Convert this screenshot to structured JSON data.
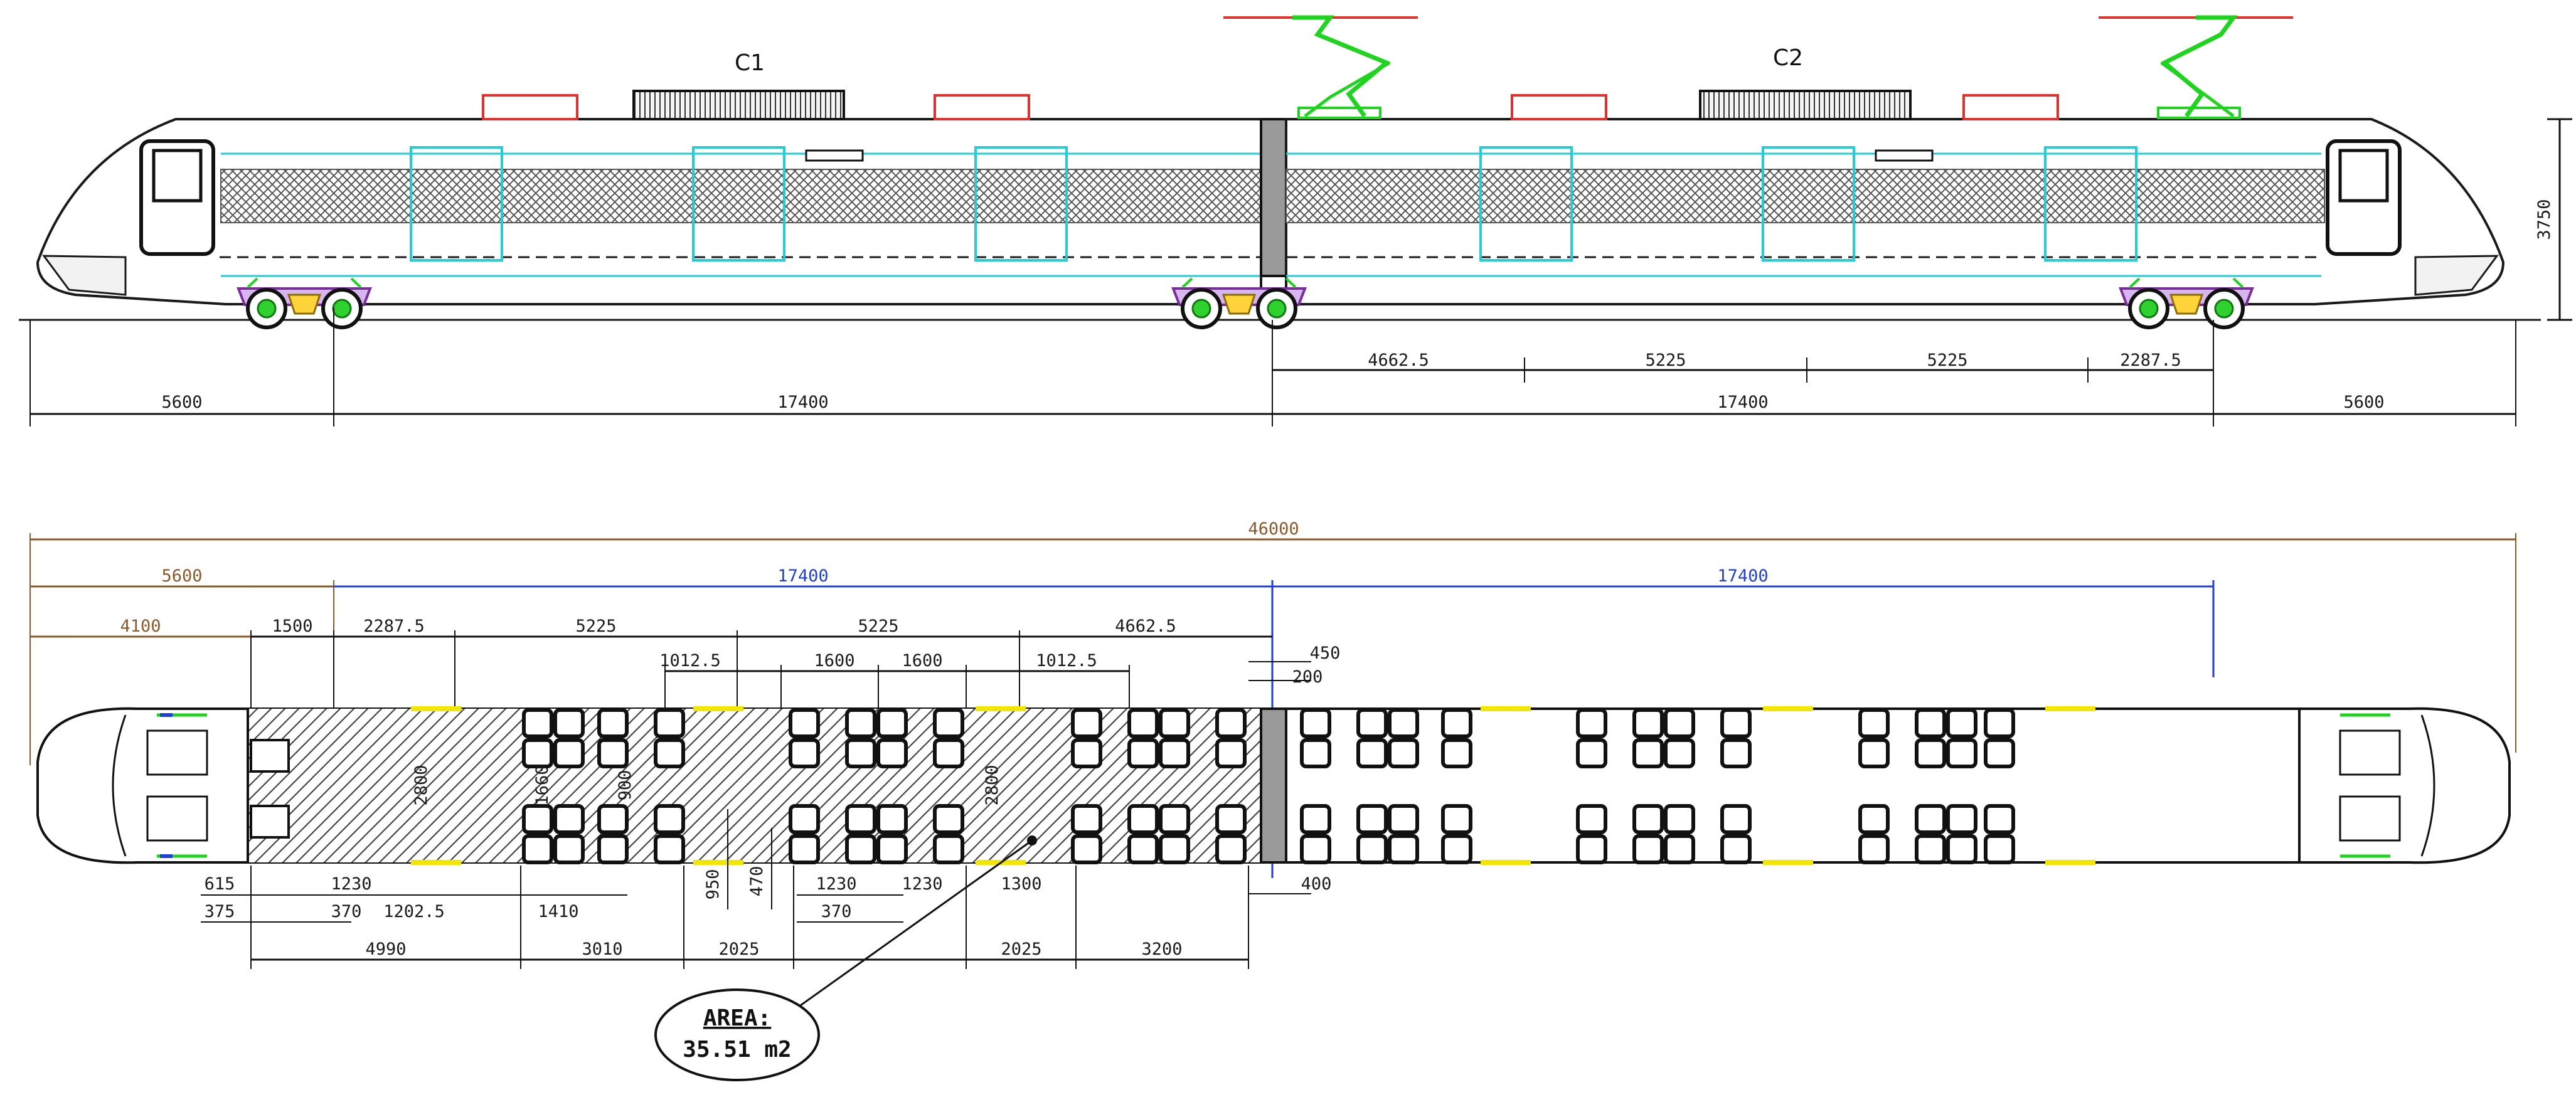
{
  "side_view": {
    "car_labels": [
      "C1",
      "C2"
    ],
    "height_dim": "3750",
    "upper_dims": [
      "4662.5",
      "5225",
      "5225",
      "2287.5"
    ],
    "lower_dims": [
      "5600",
      "17400",
      "17400",
      "5600"
    ]
  },
  "plan_view": {
    "total_length": "46000",
    "row1": [
      "5600",
      "17400",
      "17400"
    ],
    "row2": [
      "4100",
      "1500",
      "2287.5",
      "5225",
      "5225",
      "4662.5"
    ],
    "row3": [
      "1012.5",
      "1600",
      "1600",
      "1012.5"
    ],
    "right_small": [
      "450",
      "200",
      "400"
    ],
    "vertical_dims": [
      "2800",
      "1660",
      "900",
      "2800",
      "950",
      "470"
    ],
    "below_small": [
      "615",
      "375",
      "1230",
      "370",
      "1202.5",
      "1410",
      "1230",
      "370",
      "1230",
      "1300"
    ],
    "bottom_dims": [
      "4990",
      "3010",
      "2025",
      "2025",
      "3200"
    ],
    "area_label": "AREA:",
    "area_value": "35.51 m2"
  },
  "colors": {
    "outline": "#1a1a1a",
    "cyan": "#22cdd6",
    "green": "#1fd41f",
    "red": "#e0312c",
    "yellow": "#f2e600",
    "brown_dim": "#8a5a2b",
    "blue_dim": "#1f3fd8",
    "hatch": "#444444"
  }
}
